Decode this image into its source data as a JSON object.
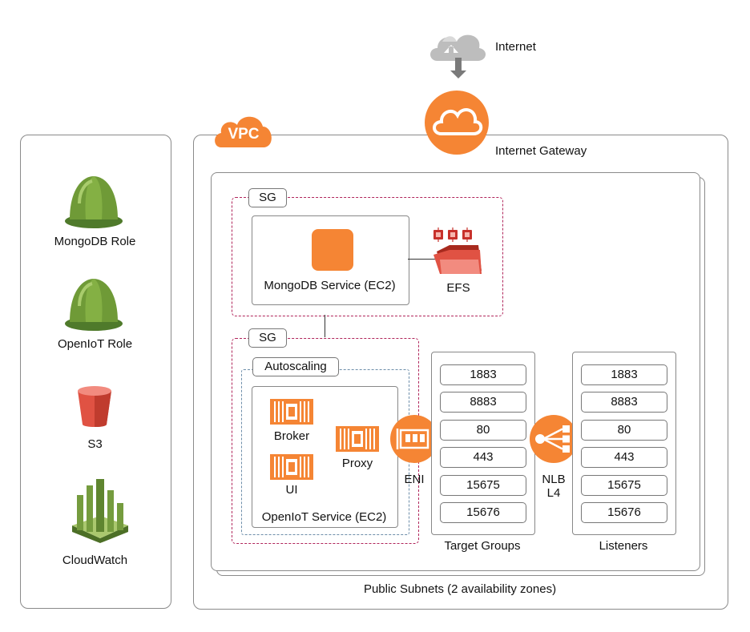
{
  "internet": {
    "label": "Internet"
  },
  "gateway": {
    "label": "Internet Gateway"
  },
  "vpc": {
    "badge": "VPC"
  },
  "subnet": {
    "label": "Public Subnets (2 availability zones)"
  },
  "sidebar": {
    "items": [
      {
        "label": "MongoDB Role",
        "icon": "iam-role-helmet-icon"
      },
      {
        "label": "OpenIoT Role",
        "icon": "iam-role-helmet-icon"
      },
      {
        "label": "S3",
        "icon": "s3-bucket-icon"
      },
      {
        "label": "CloudWatch",
        "icon": "cloudwatch-icon"
      }
    ]
  },
  "sg_mongo": {
    "tag": "SG",
    "service": "MongoDB Service (EC2)",
    "efs": "EFS"
  },
  "sg_openiot": {
    "tag": "SG",
    "autoscaling": "Autoscaling",
    "service": "OpenIoT Service (EC2)",
    "broker": "Broker",
    "ui": "UI",
    "proxy": "Proxy",
    "eni": "ENI"
  },
  "target_groups": {
    "label": "Target Groups",
    "ports": [
      "1883",
      "8883",
      "80",
      "443",
      "15675",
      "15676"
    ]
  },
  "nlb": {
    "line1": "NLB",
    "line2": "L4"
  },
  "listeners": {
    "label": "Listeners",
    "ports": [
      "1883",
      "8883",
      "80",
      "443",
      "15675",
      "15676"
    ]
  },
  "colors": {
    "aws_orange": "#f58534",
    "sg_border": "#b0245a",
    "role_green": "#6f9a37",
    "s3_red": "#e05243",
    "cloudwatch_green": "#759c3e"
  }
}
